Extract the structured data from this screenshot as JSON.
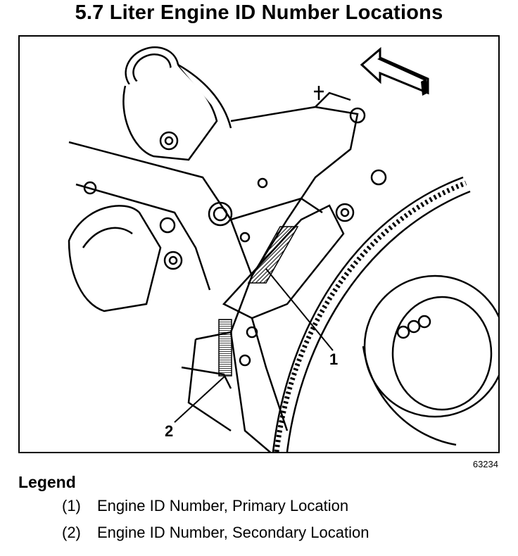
{
  "title": "5.7 Liter Engine ID Number Locations",
  "figure": {
    "figure_code": "63234",
    "callouts": [
      "1",
      "2"
    ]
  },
  "legend": {
    "heading": "Legend",
    "items": [
      {
        "num": "(1)",
        "text": "Engine ID Number, Primary Location"
      },
      {
        "num": "(2)",
        "text": "Engine ID Number, Secondary Location"
      }
    ]
  }
}
